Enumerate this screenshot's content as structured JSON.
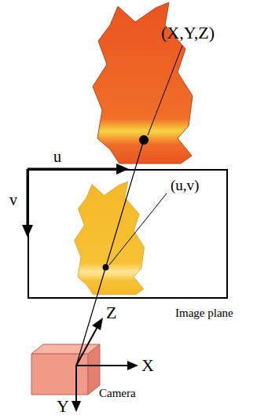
{
  "diagram": {
    "nodes": [
      {
        "text": [
          "Image plane"
        ]
      },
      {
        "text": [
          "Camera"
        ]
      }
    ],
    "labels": [
      "(X,Y,Z)",
      "u",
      "v",
      "(u,v)",
      "Z",
      "X",
      "Y"
    ]
  }
}
